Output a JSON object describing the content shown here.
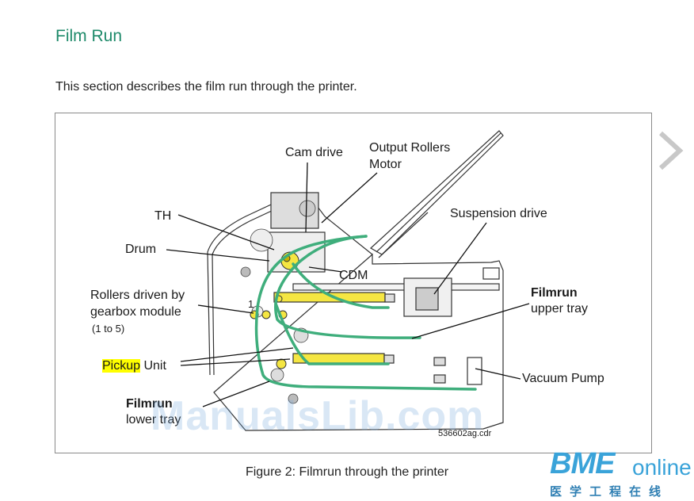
{
  "title": "Film Run",
  "intro": "This section describes the film run through the printer.",
  "figure": {
    "labels": {
      "cam_drive": "Cam drive",
      "output_rollers": "Output Rollers",
      "motor": "Motor",
      "suspension_drive": "Suspension drive",
      "th": "TH",
      "drum": "Drum",
      "cdm": "CDM",
      "rollers_line1": "Rollers driven by",
      "rollers_line2": "gearbox module",
      "rollers_line3": "(1 to 5)",
      "filmrun_upper_1": "Filmrun",
      "filmrun_upper_2": "upper tray",
      "pickup": "Pickup",
      "unit": " Unit",
      "vacuum_pump": "Vacuum Pump",
      "filmrun_lower_1": "Filmrun",
      "filmrun_lower_2": "lower tray",
      "file_ref": "536602ag.cdr",
      "roller_num": "1"
    },
    "colors": {
      "film_path": "#3fae7c",
      "highlight": "#ffff00",
      "title": "#1e8a6a"
    }
  },
  "caption": "Figure 2: Filmrun through the printer",
  "watermark": "ManualsLib.com",
  "logo": {
    "brand": "BME",
    "suffix": "online",
    "chinese": "医学工程在线"
  },
  "icons": {
    "next": "chevron-right-icon"
  }
}
